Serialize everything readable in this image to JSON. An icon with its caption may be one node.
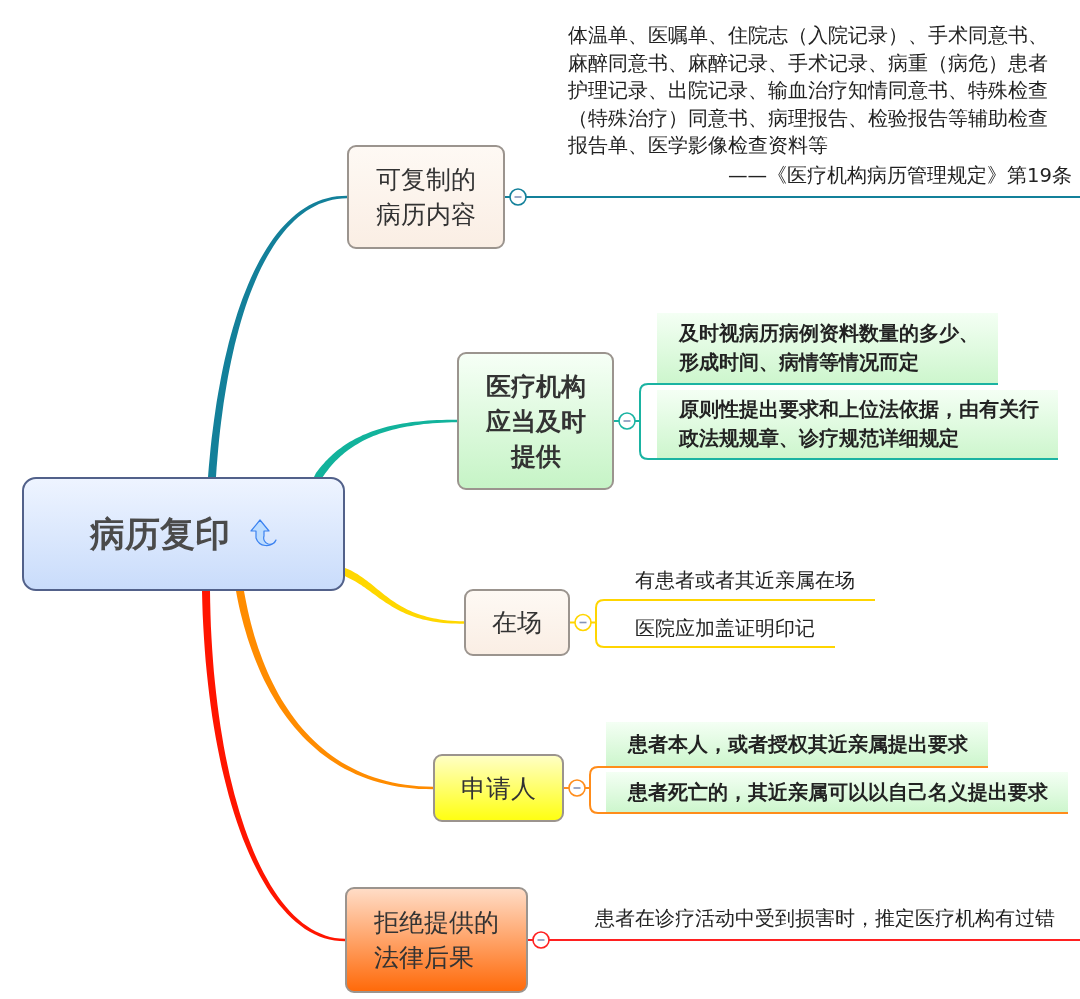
{
  "diagram": {
    "nodes": [
      {
        "text": [
          "病历复印"
        ]
      },
      {
        "text": [
          "可复制的病历内容"
        ]
      },
      {
        "text": [
          "体温单、医嘱单、住院志（入院记录）、手术同意书、麻醉同意书、麻醉记录、手术记录、病重（病危）患者护理记录、出院记录、输血治疗知情同意书、特殊检查（特殊治疗）同意书、病理报告、检验报告等辅助检查报告单、医学影像检查资料等",
          "——《医疗机构病历管理规定》第19条"
        ]
      },
      {
        "text": [
          "医疗机构应当及时提供"
        ]
      },
      {
        "text": [
          "及时视病历病例资料数量的多少、形成时间、病情等情况而定"
        ]
      },
      {
        "text": [
          "原则性提出要求和上位法依据，由有关行政法规规章、诊疗规范详细规定"
        ]
      },
      {
        "text": [
          "在场"
        ]
      },
      {
        "text": [
          "有患者或者其近亲属在场"
        ]
      },
      {
        "text": [
          "医院应加盖证明印记"
        ]
      },
      {
        "text": [
          "申请人"
        ]
      },
      {
        "text": [
          "患者本人，或者授权其近亲属提出要求"
        ]
      },
      {
        "text": [
          "患者死亡的，其近亲属可以以自己名义提出要求"
        ]
      },
      {
        "text": [
          "拒绝提供的法律后果"
        ]
      },
      {
        "text": [
          "患者在诊疗活动中受到损害时，推定医疗机构有过错"
        ]
      }
    ],
    "edges": [
      {
        "from": 0,
        "to": 1,
        "arrow": "none",
        "style": "thick",
        "color": "#13809a"
      },
      {
        "from": 0,
        "to": 3,
        "arrow": "none",
        "style": "thick",
        "color": "#12b39c"
      },
      {
        "from": 0,
        "to": 6,
        "arrow": "none",
        "style": "thick",
        "color": "#ffd700"
      },
      {
        "from": 0,
        "to": 9,
        "arrow": "none",
        "style": "thick",
        "color": "#ff8c00"
      },
      {
        "from": 0,
        "to": 12,
        "arrow": "none",
        "style": "thick",
        "color": "#ff1500"
      },
      {
        "from": 1,
        "to": 2,
        "arrow": "other",
        "color": "#13809a"
      },
      {
        "from": 3,
        "to": 4,
        "arrow": "other",
        "color": "#1ab3a2"
      },
      {
        "from": 3,
        "to": 5,
        "arrow": "other",
        "color": "#1ab3a2"
      },
      {
        "from": 6,
        "to": 7,
        "arrow": "other",
        "color": "#ffd500"
      },
      {
        "from": 6,
        "to": 8,
        "arrow": "other",
        "color": "#ffd500"
      },
      {
        "from": 9,
        "to": 10,
        "arrow": "other",
        "color": "#ff8c1a"
      },
      {
        "from": 9,
        "to": 11,
        "arrow": "other",
        "color": "#ff8c1a"
      },
      {
        "from": 12,
        "to": 13,
        "arrow": "other",
        "color": "#ff2020"
      }
    ]
  }
}
